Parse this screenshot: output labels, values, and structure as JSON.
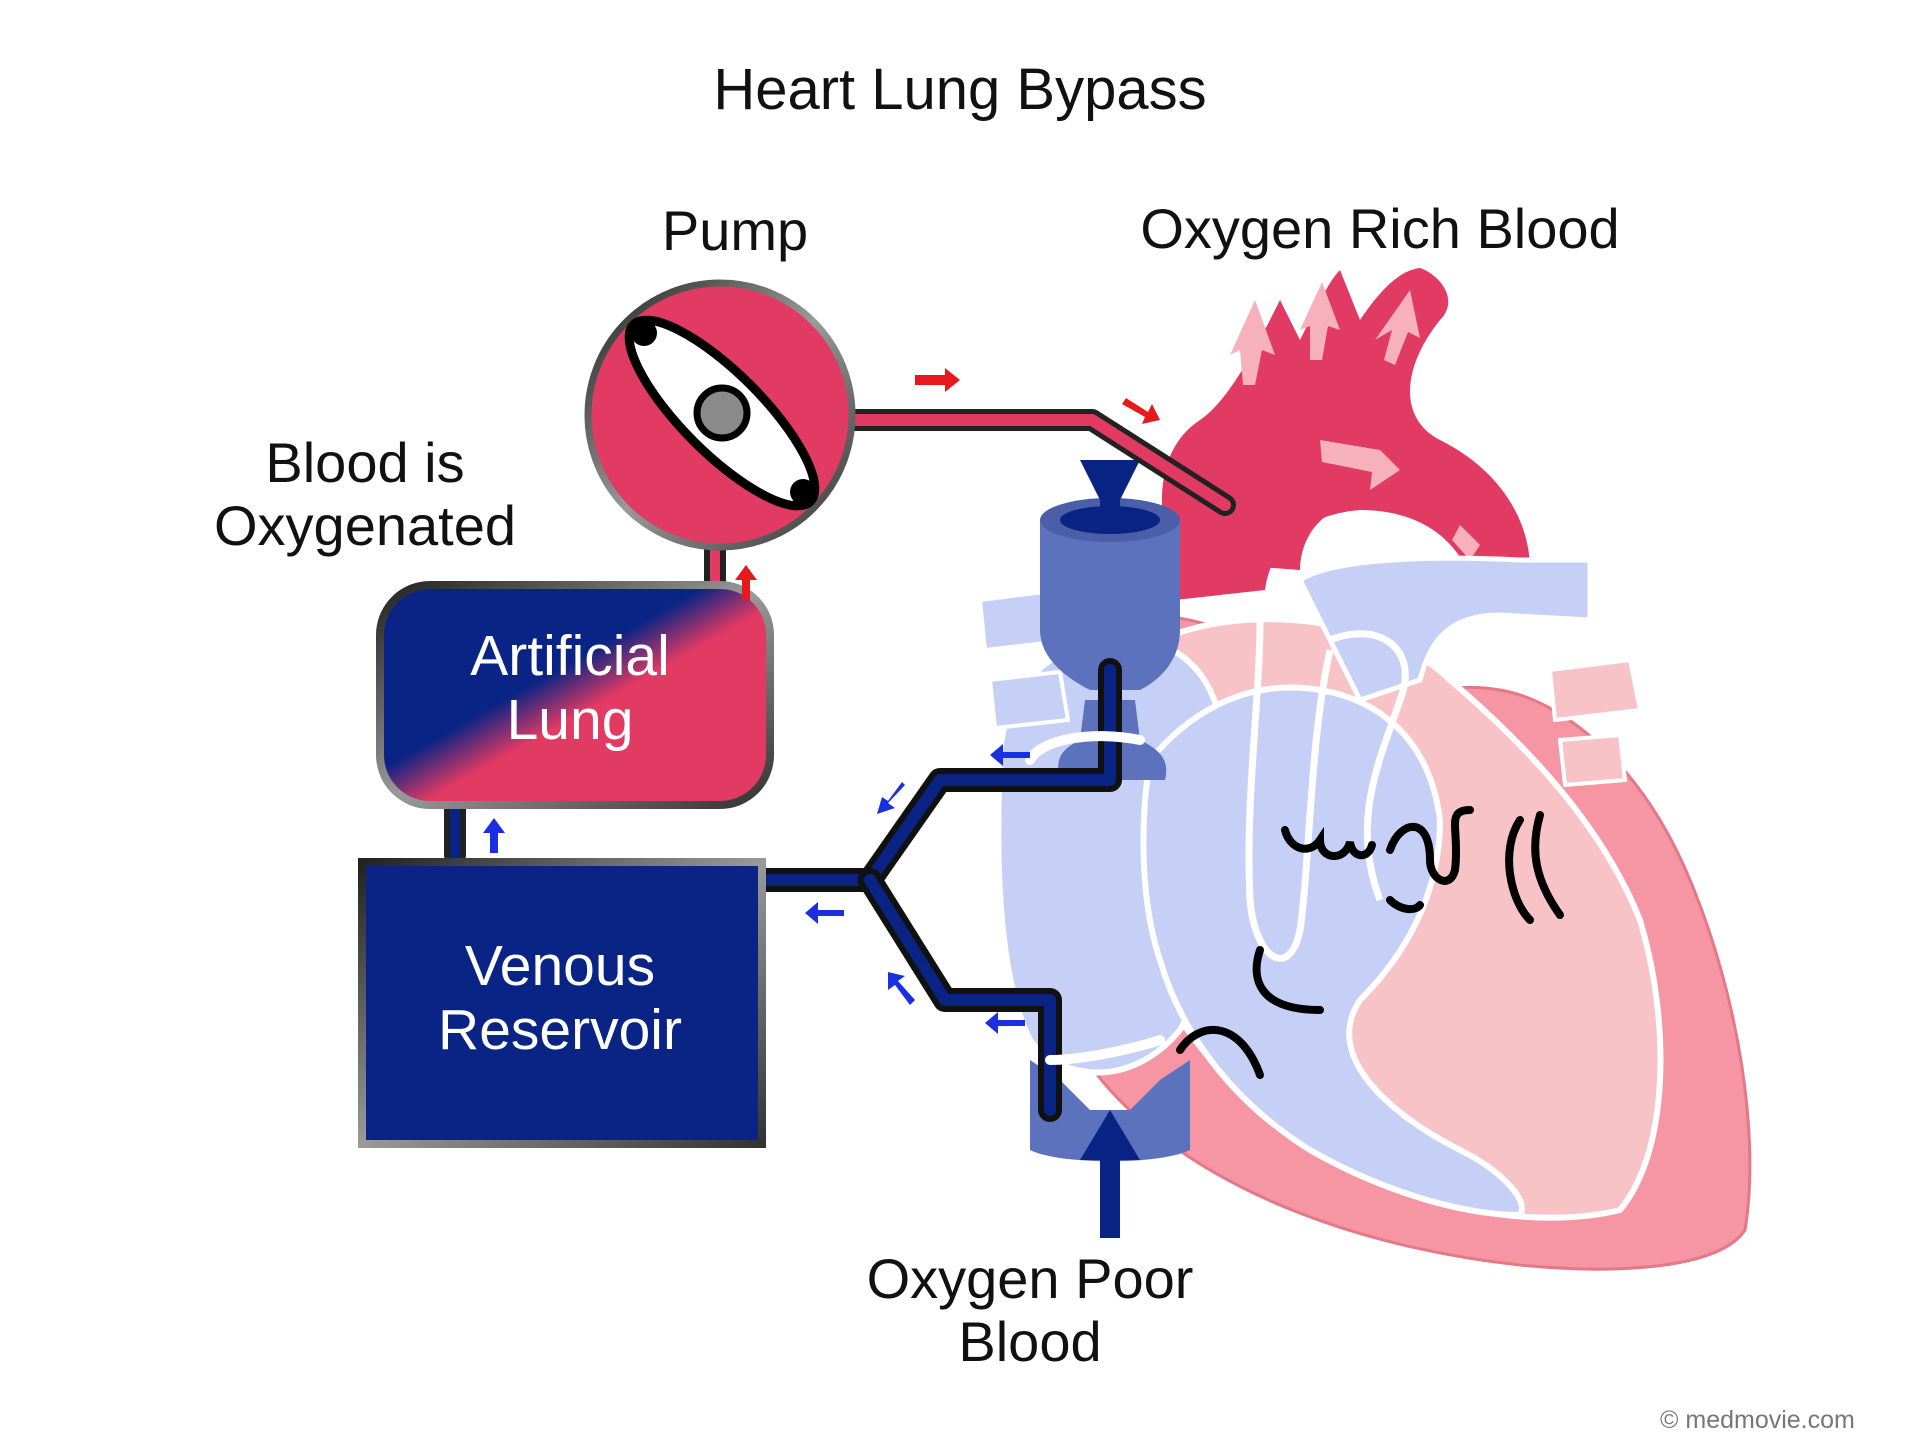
{
  "title": "Heart Lung Bypass",
  "labels": {
    "pump": "Pump",
    "oxygen_rich": "Oxygen Rich Blood",
    "oxygenated_line1": "Blood is",
    "oxygenated_line2": "Oxygenated",
    "artificial_lung_line1": "Artificial",
    "artificial_lung_line2": "Lung",
    "venous_line1": "Venous",
    "venous_line2": "Reservoir",
    "oxygen_poor_line1": "Oxygen Poor",
    "oxygen_poor_line2": "Blood"
  },
  "credit": "© medmovie.com",
  "colors": {
    "oxygenated": "#e13a63",
    "deoxygenated": "#0a2485",
    "heart_pink": "#f8c3c6",
    "heart_blue": "#c6d0f7",
    "flow_red": "#e8191c",
    "flow_blue": "#1a2fe0"
  }
}
